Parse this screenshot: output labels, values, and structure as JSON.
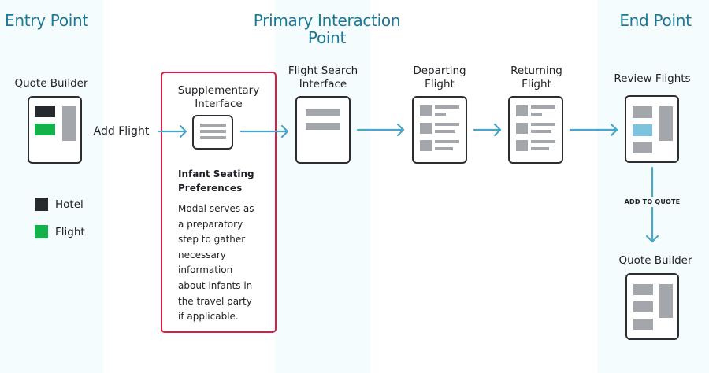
{
  "sections": {
    "entry": "Entry Point",
    "primary_line1": "Primary Interaction",
    "primary_line2": "Point",
    "end": "End Point"
  },
  "nodes": {
    "quote_builder_start": "Quote Builder",
    "add_flight": "Add Flight",
    "supplementary_line1": "Supplementary",
    "supplementary_line2": "Interface",
    "flight_search_line1": "Flight Search",
    "flight_search_line2": "Interface",
    "departing_line1": "Departing",
    "departing_line2": "Flight",
    "returning_line1": "Returning",
    "returning_line2": "Flight",
    "review": "Review Flights",
    "add_to_quote": "ADD TO QUOTE",
    "quote_builder_end": "Quote Builder"
  },
  "modal": {
    "title_line1": "Infant Seating",
    "title_line2": "Preferences",
    "description": [
      "Modal serves as",
      "a preparatory",
      "step to gather",
      "necessary",
      "information",
      "about infants in",
      "the travel party",
      "if applicable."
    ],
    "border_color": "#de1a45"
  },
  "legend": [
    {
      "label": "Hotel",
      "color": "#26292e"
    },
    {
      "label": "Flight",
      "color": "#13b24a"
    }
  ],
  "colors": {
    "heading": "#1c7895",
    "arrow": "#4aa6c6",
    "highlight": "#7ec3dd",
    "placeholder": "#a3a6aa"
  }
}
